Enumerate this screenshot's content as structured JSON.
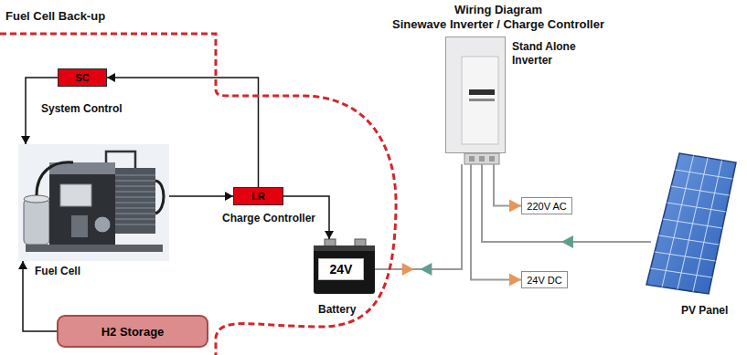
{
  "diagram": {
    "title": "Wiring Diagram",
    "nodes": [
      {
        "text": [
          "Fuel Cell Back-up"
        ]
      },
      {
        "text": [
          "SC",
          "System Control"
        ],
        "in": 0
      },
      {
        "text": [
          "Fuel Cell"
        ],
        "in": 0
      },
      {
        "text": [
          "LR",
          "Charge Controller"
        ],
        "in": 0
      },
      {
        "text": [
          "H2 Storage"
        ],
        "in": 0
      },
      {
        "text": [
          "24V",
          "Battery"
        ],
        "in": 0
      },
      {
        "text": [
          "Stand Alone Inverter"
        ]
      },
      {
        "text": [
          "220V AC"
        ]
      },
      {
        "text": [
          "24V DC"
        ]
      },
      {
        "text": [
          "PV Panel"
        ]
      }
    ],
    "edges": [
      {
        "from": 3,
        "to": 1,
        "arrow": "to"
      },
      {
        "from": 1,
        "to": 2,
        "arrow": "to"
      },
      {
        "from": 2,
        "to": 3,
        "arrow": "to"
      },
      {
        "from": 3,
        "to": 5,
        "arrow": "to"
      },
      {
        "from": 4,
        "to": 2,
        "arrow": "to"
      },
      {
        "from": 5,
        "to": 6,
        "arrow": "both"
      },
      {
        "from": 6,
        "to": 7,
        "arrow": "to"
      },
      {
        "from": 6,
        "to": 8,
        "arrow": "to"
      },
      {
        "from": 9,
        "to": 6,
        "arrow": "to"
      }
    ],
    "labels": [
      "Sinewave Inverter / Charge Controller"
    ]
  }
}
